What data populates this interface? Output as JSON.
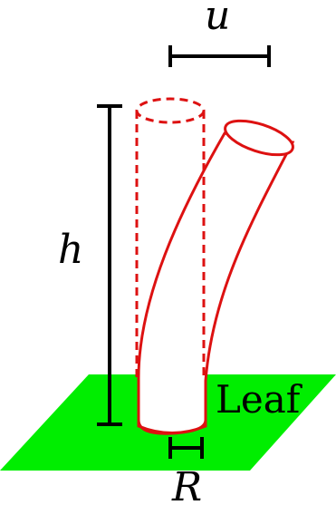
{
  "labels": {
    "displacement": "u",
    "height": "h",
    "radius": "R",
    "surface": "Leaf"
  },
  "colors": {
    "leaf": "#00ee00",
    "cylinder": "#dd1111",
    "dimension": "#000000",
    "background": "#ffffff"
  },
  "elements": {
    "upright_cylinder_style": "dashed",
    "bent_cylinder_style": "solid"
  }
}
